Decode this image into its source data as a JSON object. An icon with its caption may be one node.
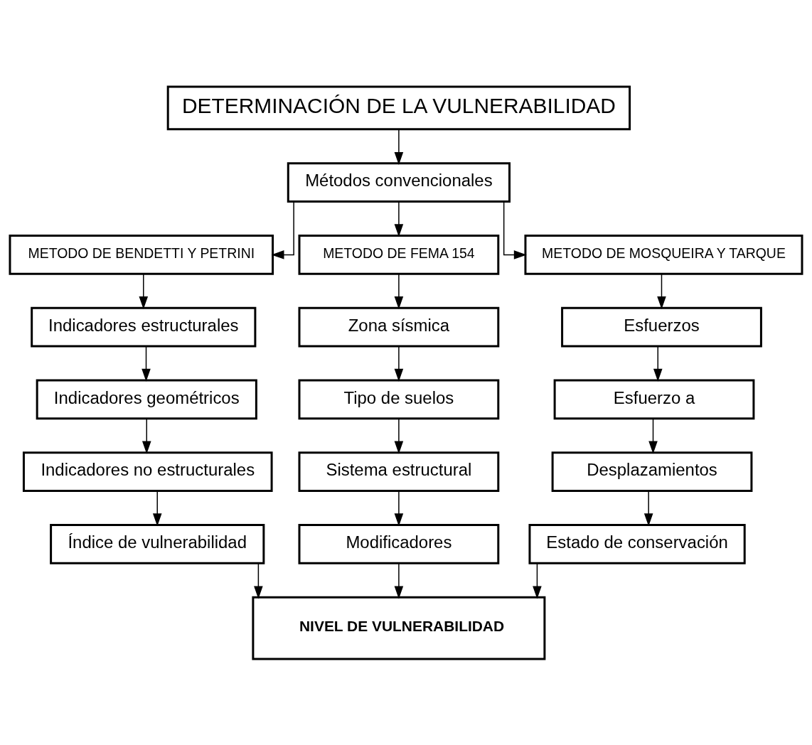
{
  "diagram": {
    "nodes": [
      {
        "text": [
          "DETERMINACIÓN DE LA VULNERABILIDAD"
        ]
      },
      {
        "text": [
          "Métodos convencionales"
        ]
      },
      {
        "text": [
          "METODO DE BENDETTI Y PETRINI"
        ]
      },
      {
        "text": [
          "METODO DE FEMA 154"
        ]
      },
      {
        "text": [
          "METODO DE MOSQUEIRA Y TARQUE"
        ]
      },
      {
        "text": [
          "Indicadores estructurales"
        ]
      },
      {
        "text": [
          "Zona sísmica"
        ]
      },
      {
        "text": [
          "Esfuerzos"
        ]
      },
      {
        "text": [
          "Indicadores geométricos"
        ]
      },
      {
        "text": [
          "Tipo de suelos"
        ]
      },
      {
        "text": [
          "Esfuerzo a"
        ]
      },
      {
        "text": [
          "Indicadores no estructurales"
        ]
      },
      {
        "text": [
          "Sistema estructural"
        ]
      },
      {
        "text": [
          "Desplazamientos"
        ]
      },
      {
        "text": [
          "Índice de vulnerabilidad"
        ]
      },
      {
        "text": [
          "Modificadores"
        ]
      },
      {
        "text": [
          "Estado de conservación"
        ]
      },
      {
        "text": [
          "NIVEL DE VULNERABILIDAD"
        ]
      }
    ],
    "edges": [
      {
        "from": 0,
        "to": 1,
        "arrow": "to"
      },
      {
        "from": 1,
        "to": 2,
        "arrow": "to"
      },
      {
        "from": 1,
        "to": 3,
        "arrow": "to"
      },
      {
        "from": 1,
        "to": 4,
        "arrow": "to"
      },
      {
        "from": 2,
        "to": 5,
        "arrow": "to"
      },
      {
        "from": 5,
        "to": 8,
        "arrow": "to"
      },
      {
        "from": 8,
        "to": 11,
        "arrow": "to"
      },
      {
        "from": 11,
        "to": 14,
        "arrow": "to"
      },
      {
        "from": 3,
        "to": 6,
        "arrow": "to"
      },
      {
        "from": 6,
        "to": 9,
        "arrow": "to"
      },
      {
        "from": 9,
        "to": 12,
        "arrow": "to"
      },
      {
        "from": 12,
        "to": 15,
        "arrow": "to"
      },
      {
        "from": 4,
        "to": 7,
        "arrow": "to"
      },
      {
        "from": 7,
        "to": 10,
        "arrow": "to"
      },
      {
        "from": 10,
        "to": 13,
        "arrow": "to"
      },
      {
        "from": 13,
        "to": 16,
        "arrow": "to"
      },
      {
        "from": 14,
        "to": 17,
        "arrow": "to"
      },
      {
        "from": 15,
        "to": 17,
        "arrow": "to"
      },
      {
        "from": 16,
        "to": 17,
        "arrow": "to"
      }
    ]
  }
}
